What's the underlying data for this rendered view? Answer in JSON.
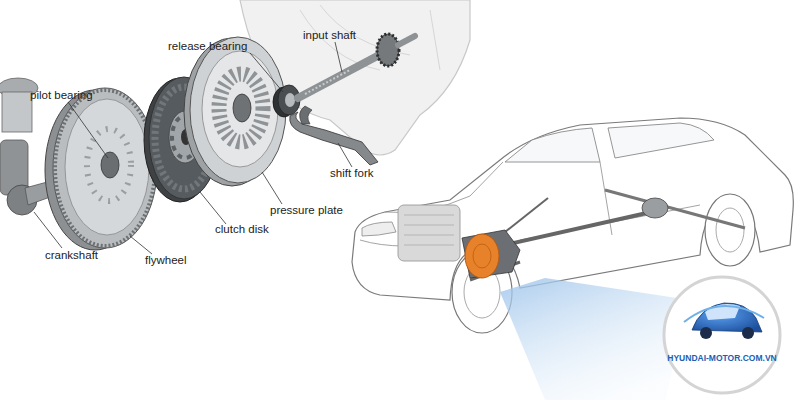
{
  "diagram": {
    "labels": [
      "input shaft",
      "release bearing",
      "pilot bearing",
      "shift fork",
      "pressure plate",
      "clutch disk",
      "crankshaft",
      "flywheel",
      "HYUNDAI-MOTOR.COM.VN"
    ]
  }
}
